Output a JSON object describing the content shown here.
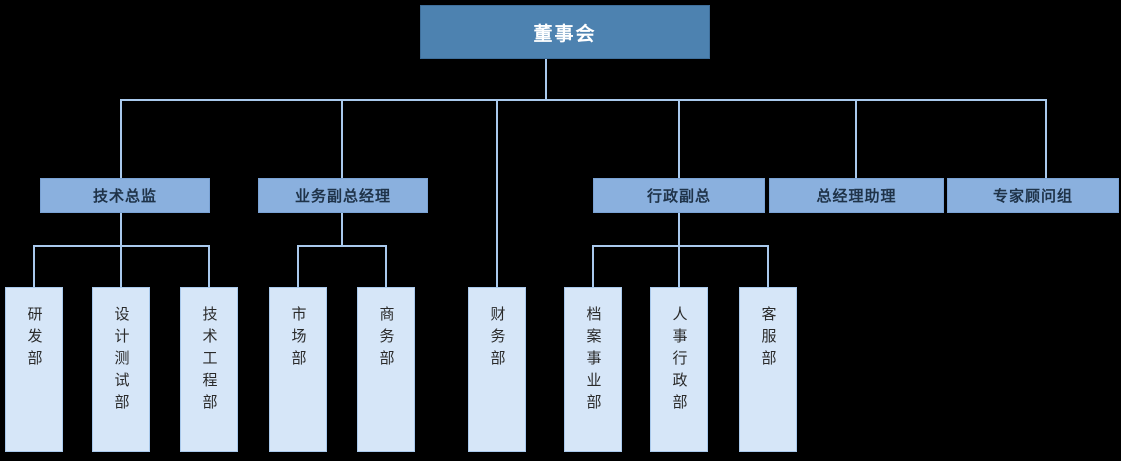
{
  "chart_data": {
    "type": "diagram",
    "diagram_kind": "organization-chart",
    "title": "",
    "orientation": "top-down",
    "levels": 3,
    "colors": {
      "root_fill": "#4d82b0",
      "root_text": "#ffffff",
      "mid_fill": "#8ab0de",
      "mid_text": "#1f3349",
      "leaf_fill": "#d6e6f8",
      "leaf_text": "#2a2a2a",
      "connector": "#a9c9ec",
      "background": "#000000"
    }
  },
  "root": {
    "label": "董事会",
    "level": 1
  },
  "mid": [
    {
      "label": "技术总监",
      "level": 2,
      "children": [
        "研发部",
        "设计测试部",
        "技术工程部"
      ]
    },
    {
      "label": "业务副总经理",
      "level": 2,
      "children": [
        "市场部",
        "商务部"
      ]
    },
    {
      "label": "行政副总",
      "level": 2,
      "children": [
        "档案事业部",
        "人事行政部",
        "客服部"
      ]
    },
    {
      "label": "总经理助理",
      "level": 2,
      "children": []
    },
    {
      "label": "专家顾问组",
      "level": 2,
      "children": []
    }
  ],
  "direct_leaf": {
    "label": "财务部",
    "level": 3,
    "parent": "董事会"
  },
  "leaves": [
    {
      "label": "研发部",
      "parent": "技术总监"
    },
    {
      "label": "设计测试部",
      "parent": "技术总监"
    },
    {
      "label": "技术工程部",
      "parent": "技术总监"
    },
    {
      "label": "市场部",
      "parent": "业务副总经理"
    },
    {
      "label": "商务部",
      "parent": "业务副总经理"
    },
    {
      "label": "财务部",
      "parent": "董事会"
    },
    {
      "label": "档案事业部",
      "parent": "行政副总"
    },
    {
      "label": "人事行政部",
      "parent": "行政副总"
    },
    {
      "label": "客服部",
      "parent": "行政副总"
    }
  ]
}
